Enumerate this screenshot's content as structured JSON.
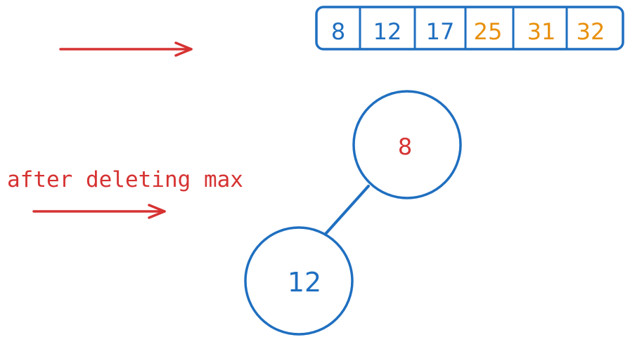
{
  "array": {
    "cells": [
      {
        "value": "8",
        "color": "#1f6fc0"
      },
      {
        "value": "12",
        "color": "#1f6fc0"
      },
      {
        "value": "17",
        "color": "#1f6fc0"
      },
      {
        "value": "25",
        "color": "#e8900c"
      },
      {
        "value": "31",
        "color": "#e8900c"
      },
      {
        "value": "32",
        "color": "#e8900c"
      }
    ]
  },
  "caption": {
    "text": "after deleting max"
  },
  "tree": {
    "root": {
      "value": "8",
      "text_color": "#d63232"
    },
    "left_child": {
      "value": "12",
      "text_color": "#1f6fc0"
    }
  },
  "colors": {
    "blue": "#1f6fc0",
    "red": "#d63232",
    "orange": "#e8900c"
  }
}
